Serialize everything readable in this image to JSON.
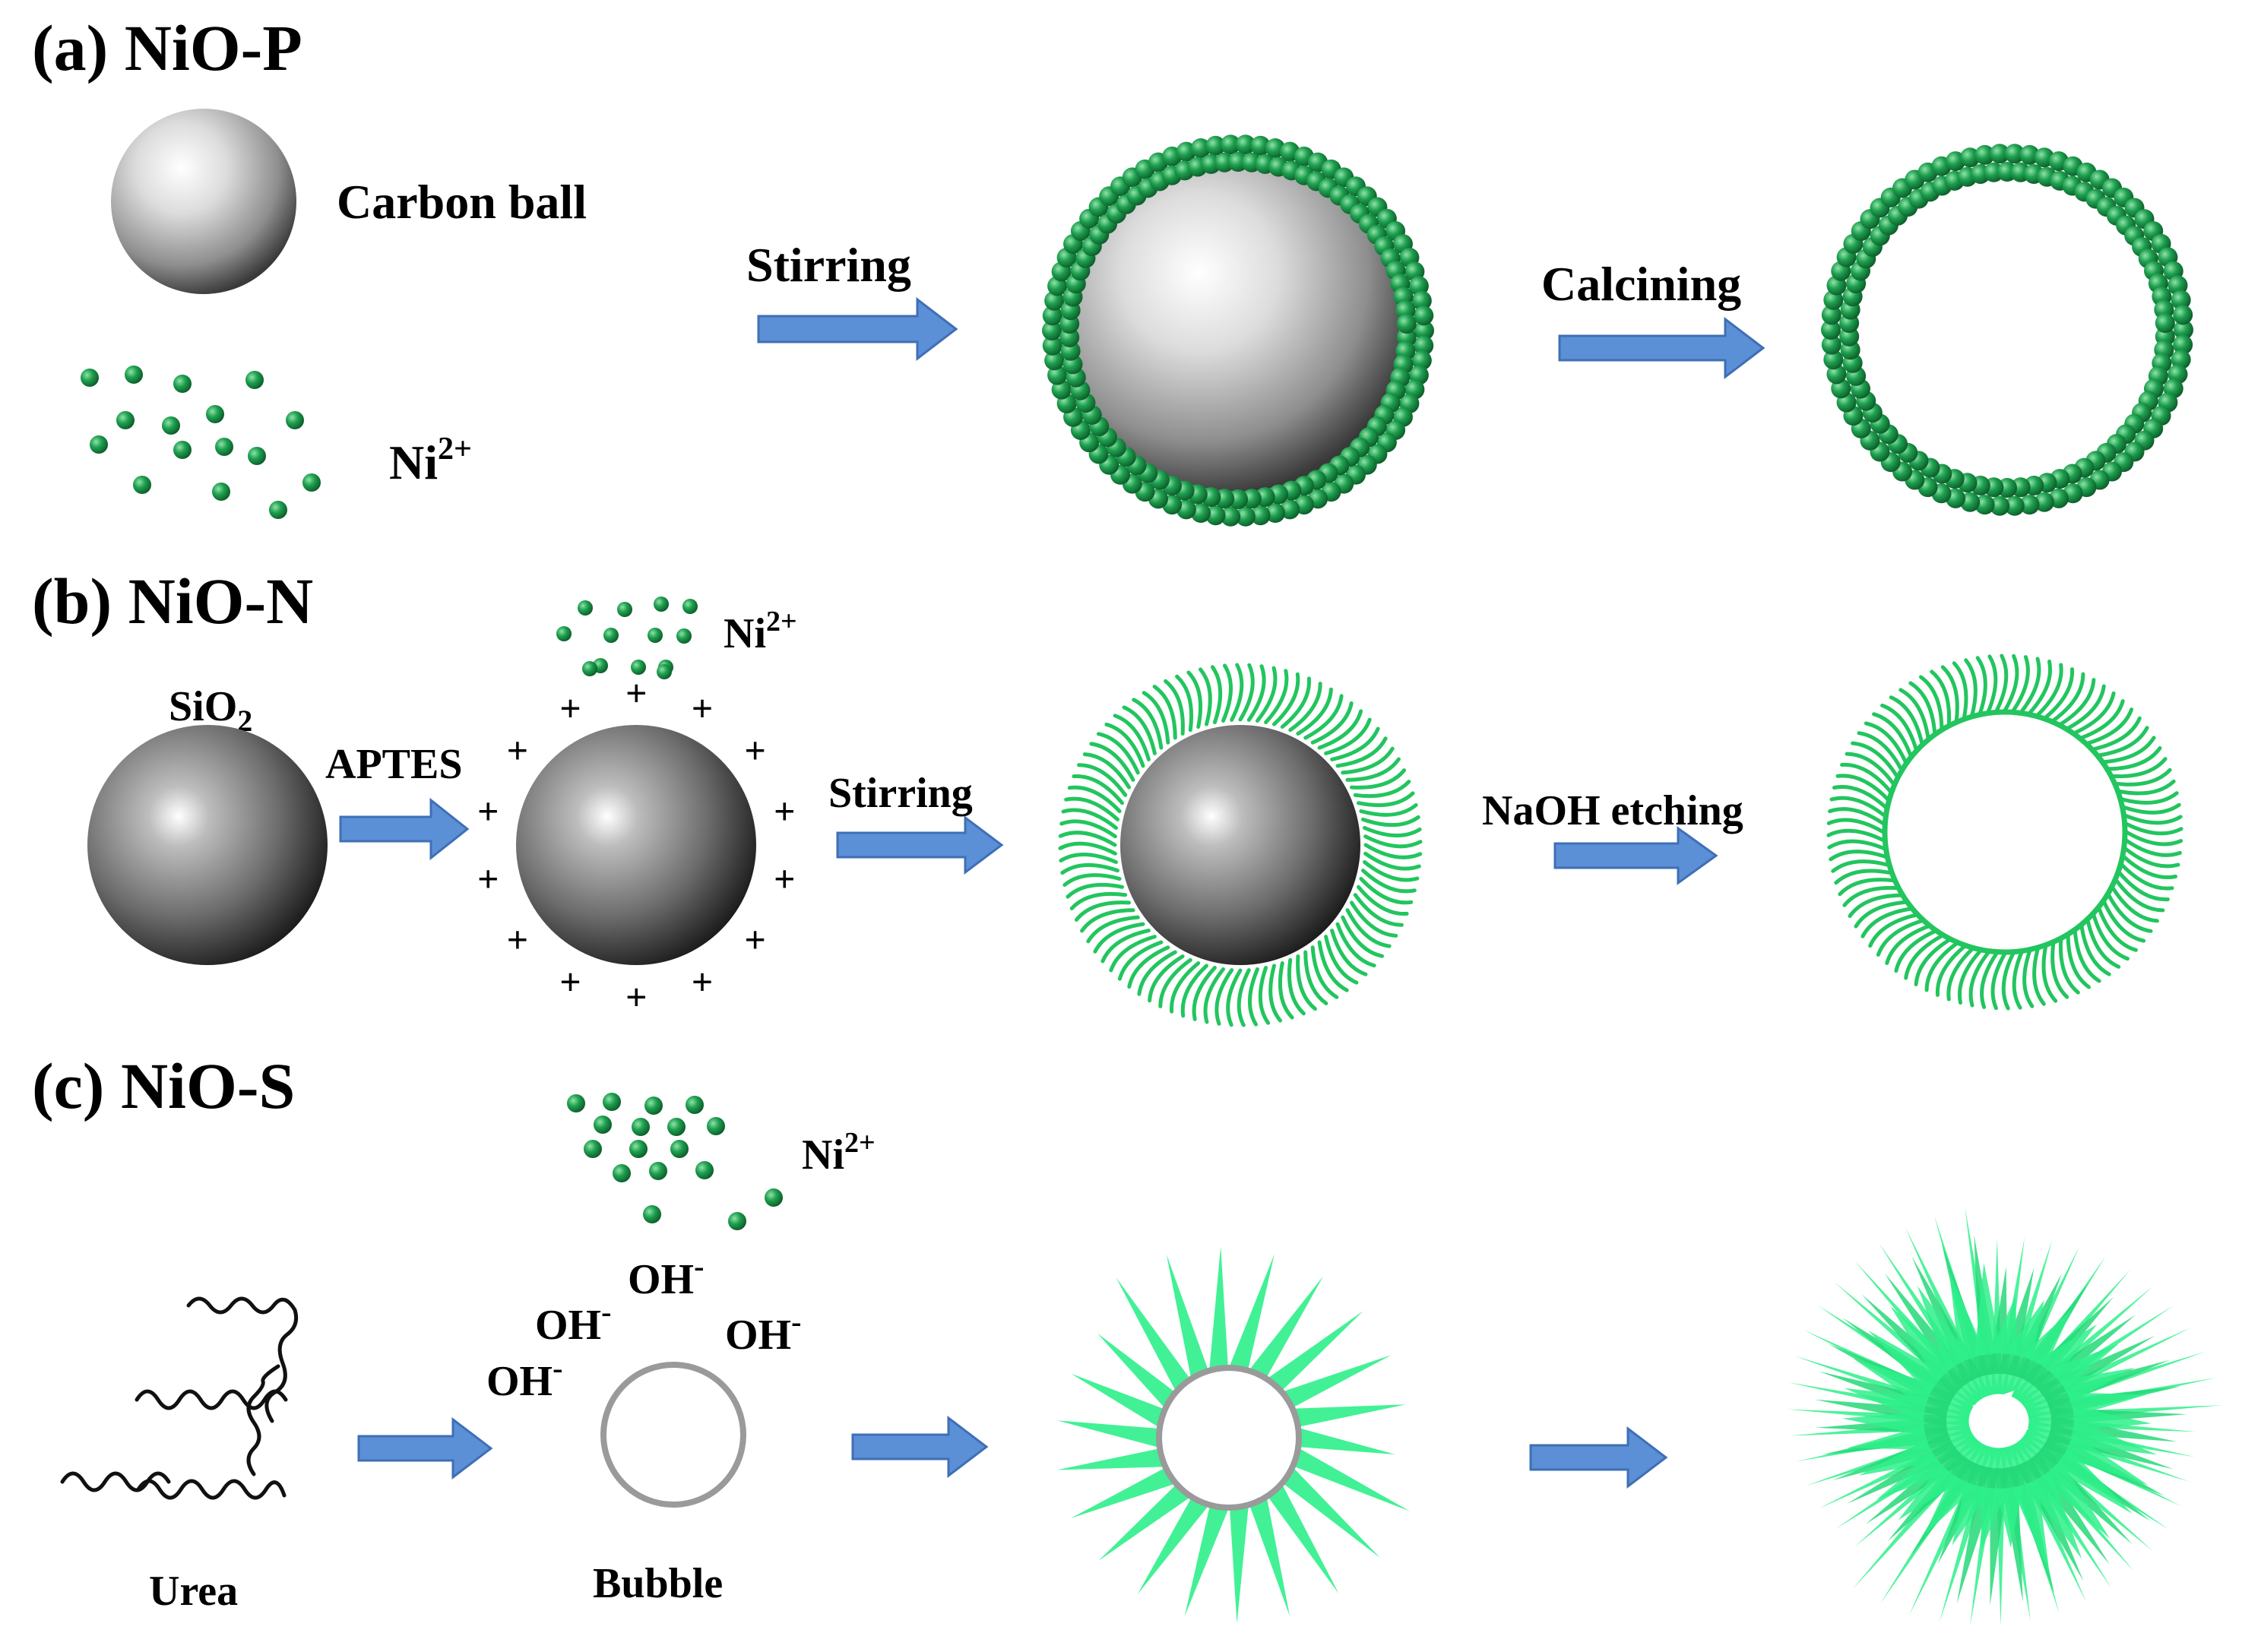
{
  "panels": {
    "a": {
      "title": "(a) NiO-P",
      "carbon_label": "Carbon  ball",
      "ni_label": "Ni",
      "ni_charge": "2+",
      "step1": "Stirring",
      "step2": "Calcining"
    },
    "b": {
      "title": "(b) NiO-N",
      "sio2_label": "SiO",
      "sio2_sub": "2",
      "aptes": "APTES",
      "ni_label": "Ni",
      "ni_charge": "2+",
      "plus": "+",
      "step1": "Stirring",
      "step2": "NaOH etching"
    },
    "c": {
      "title": "(c) NiO-S",
      "ni_label": "Ni",
      "ni_charge": "2+",
      "oh": "OH",
      "oh_charge": "-",
      "urea": "Urea",
      "bubble": "Bubble"
    }
  },
  "colors": {
    "nickel_green": "#1fa050",
    "shell_green": "#22c55e",
    "spike_green": "#2ef08a",
    "arrow_blue": "#5b8fd6",
    "arrow_edge": "#3f6fb5"
  }
}
